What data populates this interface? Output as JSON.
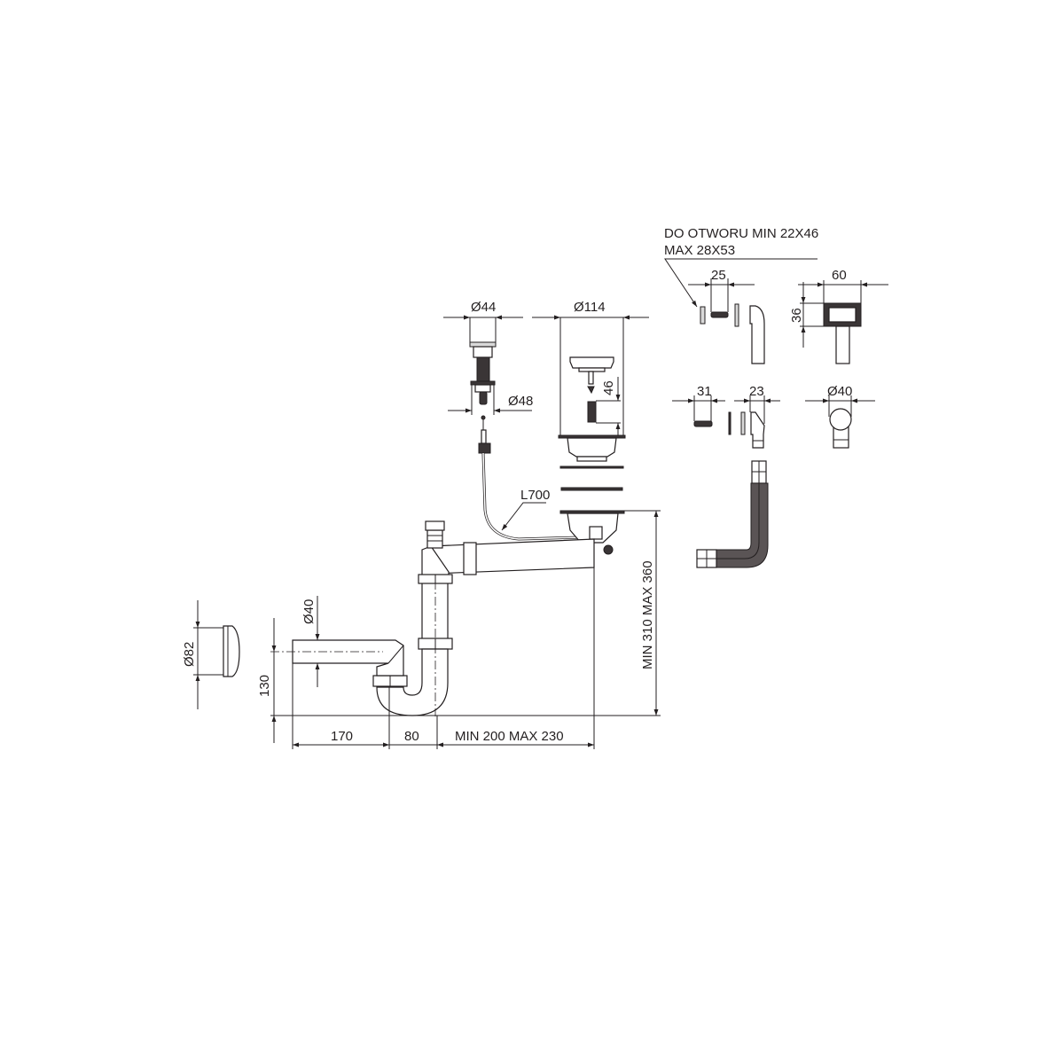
{
  "title": "Sink drain siphon with overflow - technical drawing",
  "note": {
    "line1": "DO OTWORU MIN 22X46",
    "line2": "MAX 28X53"
  },
  "dimensions": {
    "popup_top_diameter": "Ø44",
    "popup_bottom_diameter": "Ø48",
    "strainer_diameter": "Ø114",
    "strainer_height": "46",
    "cable_length": "L700",
    "overflow_screw": "25",
    "overflow_width": "60",
    "overflow_height": "36",
    "screw_length": "31",
    "elbow_width": "23",
    "round_overflow_diameter": "Ø40",
    "cap_diameter": "Ø82",
    "outlet_diameter": "Ø40",
    "outlet_height": "130",
    "outlet_length": "170",
    "trap_offset": "80",
    "arm_length": "MIN 200 MAX 230",
    "total_height": "MIN 310 MAX 360"
  }
}
